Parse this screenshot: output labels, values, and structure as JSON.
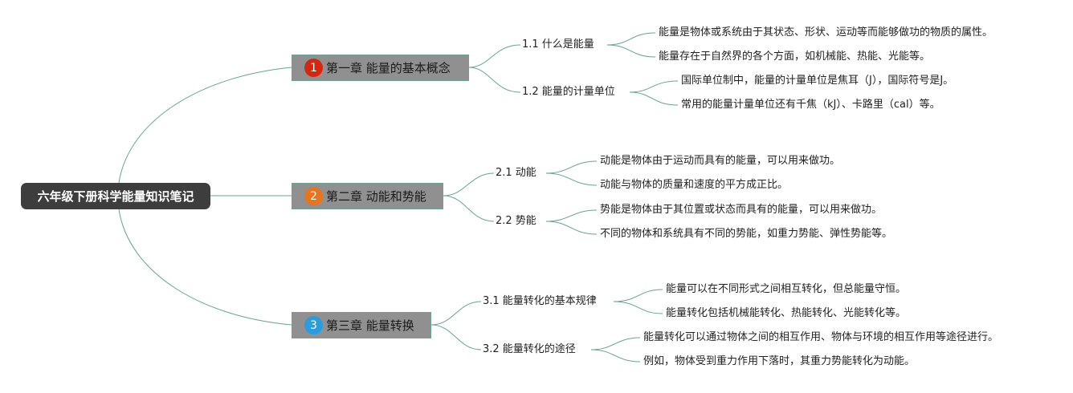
{
  "root": {
    "title": "六年级下册科学能量知识笔记"
  },
  "chapters": [
    {
      "badge": "1",
      "badge_color": "#d7260f",
      "title": "第一章 能量的基本概念",
      "sections": [
        {
          "title": "1.1 什么是能量",
          "points": [
            "能量是物体或系统由于其状态、形状、运动等而能够做功的物质的属性。",
            "能量存在于自然界的各个方面，如机械能、热能、光能等。"
          ]
        },
        {
          "title": "1.2 能量的计量单位",
          "points": [
            "国际单位制中，能量的计量单位是焦耳（J），国际符号是J。",
            "常用的能量计量单位还有千焦（kJ）、卡路里（cal）等。"
          ]
        }
      ]
    },
    {
      "badge": "2",
      "badge_color": "#e8741d",
      "title": "第二章 动能和势能",
      "sections": [
        {
          "title": "2.1 动能",
          "points": [
            "动能是物体由于运动而具有的能量，可以用来做功。",
            "动能与物体的质量和速度的平方成正比。"
          ]
        },
        {
          "title": "2.2 势能",
          "points": [
            "势能是物体由于其位置或状态而具有的能量，可以用来做功。",
            "不同的物体和系统具有不同的势能，如重力势能、弹性势能等。"
          ]
        }
      ]
    },
    {
      "badge": "3",
      "badge_color": "#2a9de0",
      "title": "第三章 能量转换",
      "sections": [
        {
          "title": "3.1 能量转化的基本规律",
          "points": [
            "能量可以在不同形式之间相互转化，但总能量守恒。",
            "能量转化包括机械能转化、热能转化、光能转化等。"
          ]
        },
        {
          "title": "3.2 能量转化的途径",
          "points": [
            "能量转化可以通过物体之间的相互作用、物体与环境的相互作用等途径进行。",
            "例如，物体受到重力作用下落时，其重力势能转化为动能。"
          ]
        }
      ]
    }
  ],
  "colors": {
    "link": "#6aa294"
  }
}
